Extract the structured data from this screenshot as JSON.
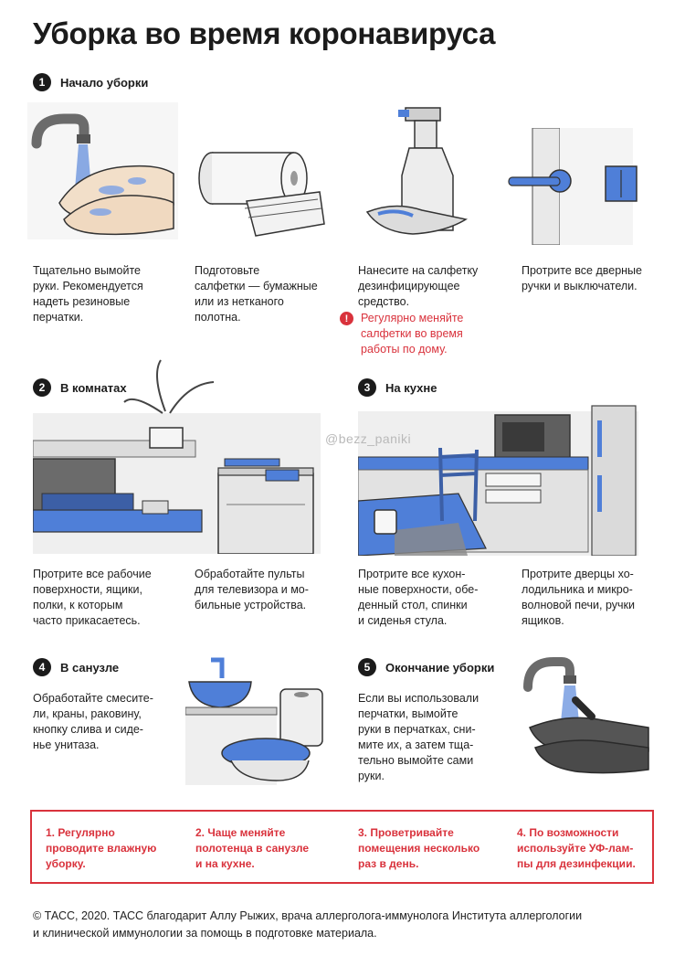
{
  "title": "Уборка во время коронавируса",
  "sections": [
    {
      "number": "1",
      "label": "Начало уборки"
    },
    {
      "number": "2",
      "label": "В комнатах"
    },
    {
      "number": "3",
      "label": "На кухне"
    },
    {
      "number": "4",
      "label": "В санузле"
    },
    {
      "number": "5",
      "label": "Окончание уборки"
    }
  ],
  "steps": {
    "wash_hands": "Тщательно вымойте\nруки. Рекомендуется\nнадеть резиновые\nперчатки.",
    "prepare_wipes": "Подготовьте\nсалфетки — бумажные\nили из нетканого\nполотна.",
    "apply_disinfectant": "Нанесите на салфетку\nдезинфицирующее\nсредство.",
    "door_handles": "Протрите все дверные\nручки и выключатели.",
    "rooms_surfaces": "Протрите все рабочие\nповерхности, ящики,\nполки, к которым\nчасто прикасаетесь.",
    "remotes": "Обработайте пульты\nдля телевизора и мо-\nбильные устройства.",
    "kitchen_surfaces": "Протрите все кухон-\nные поверхности, обе-\nденный стол, спинки\nи сиденья стула.",
    "fridge_doors": "Протрите дверцы хо-\nлодильника и микро-\nволновой печи, ручки\nящиков.",
    "bathroom": "Обработайте смесите-\nли, краны, раковину,\nкнопку слива и сиде-\nнье унитаза.",
    "finish": "Если вы использовали\nперчатки, вымойте\nруки в перчатках, сни-\nмите их, а затем тща-\nтельно вымойте сами\nруки."
  },
  "warning": {
    "icon": "!",
    "text": "Регулярно меняйте\nсалфетки во время\nработы по дому."
  },
  "watermark": "@bezz_paniki",
  "tips": [
    "1. Регулярно\nпроводите влажную\nуборку.",
    "2. Чаще меняйте\nполотенца в санузле\nи на кухне.",
    "3. Проветривайте\nпомещения несколько\nраз в день.",
    "4. По возможности\nиспользуйте УФ-лам-\nпы для дезинфекции."
  ],
  "footer": "© ТАСС, 2020. ТАСС благодарит Аллу Рыжих, врача аллерголога-иммунолога Института аллергологии\nи клинической иммунологии за помощь в подготовке материала.",
  "colors": {
    "accent_red": "#d9323c",
    "illustration_blue": "#4f7fd8",
    "text_dark": "#1b1b1b",
    "surface_gray": "#dcdcdc"
  }
}
